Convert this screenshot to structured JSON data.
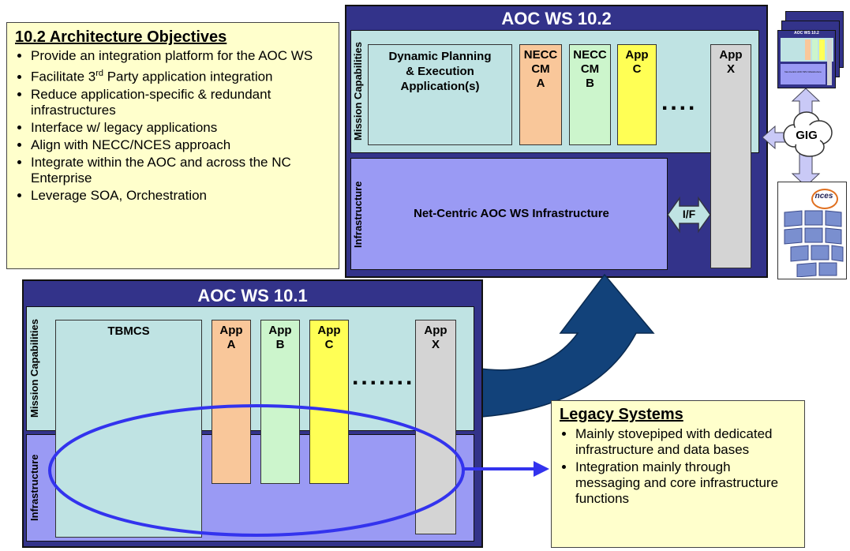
{
  "colors": {
    "frame": "#33338a",
    "mission": "#bfe3e3",
    "infrastructure": "#9a9af4",
    "note": "#ffffcc",
    "app_orange": "#f9c79a",
    "app_green": "#ccf5cc",
    "app_yellow": "#ffff55",
    "app_gray": "#d4d4d4",
    "arrow": "#12427a",
    "ellipse": "#3333ee"
  },
  "objectives": {
    "title": "10.2 Architecture Objectives",
    "items": [
      {
        "text": "Provide an integration platform for the AOC WS"
      },
      {
        "text_before": "Facilitate 3",
        "sup": "rd",
        "text_after": " Party application integration"
      },
      {
        "text": "Reduce application-specific & redundant infrastructures"
      },
      {
        "text": "Interface w/ legacy applications"
      },
      {
        "text": "Align with NECC/NCES approach"
      },
      {
        "text": "Integrate within the AOC and across the NC Enterprise"
      },
      {
        "text": "Leverage SOA, Orchestration"
      }
    ]
  },
  "ws102": {
    "title": "AOC WS 10.2",
    "mission_label": "Mission Capabilities",
    "infra_label": "Infrastructure",
    "planning_app": "Dynamic Planning & Execution Application(s)",
    "apps": [
      {
        "line1": "NECC",
        "line2": "CM",
        "line3": "A",
        "color": "app_orange"
      },
      {
        "line1": "NECC",
        "line2": "CM",
        "line3": "B",
        "color": "app_green"
      },
      {
        "line1": "App",
        "line2": "C",
        "line3": "",
        "color": "app_yellow"
      }
    ],
    "dots": "....",
    "app_x": {
      "line1": "App",
      "line2": "X"
    },
    "infra_text": "Net-Centric AOC WS Infrastructure",
    "interface_label": "I/F",
    "gig_label": "GIG",
    "nces_logo_text": "nces",
    "thumbnail_title": "AOC WS 10.2",
    "thumbnail_infra": "Net-Centric AOC WS Infrastructure"
  },
  "ws101": {
    "title": "AOC WS 10.1",
    "mission_label": "Mission Capabilities",
    "infra_label": "Infrastructure",
    "tbmcs": "TBMCS",
    "apps": [
      {
        "line1": "App",
        "line2": "A",
        "color": "app_orange"
      },
      {
        "line1": "App",
        "line2": "B",
        "color": "app_green"
      },
      {
        "line1": "App",
        "line2": "C",
        "color": "app_yellow"
      }
    ],
    "dots": ".......",
    "app_x": {
      "line1": "App",
      "line2": "X"
    }
  },
  "legacy": {
    "title": "Legacy Systems",
    "items": [
      "Mainly stovepiped with dedicated infrastructure and data bases",
      "Integration mainly through messaging and core infrastructure functions"
    ]
  }
}
